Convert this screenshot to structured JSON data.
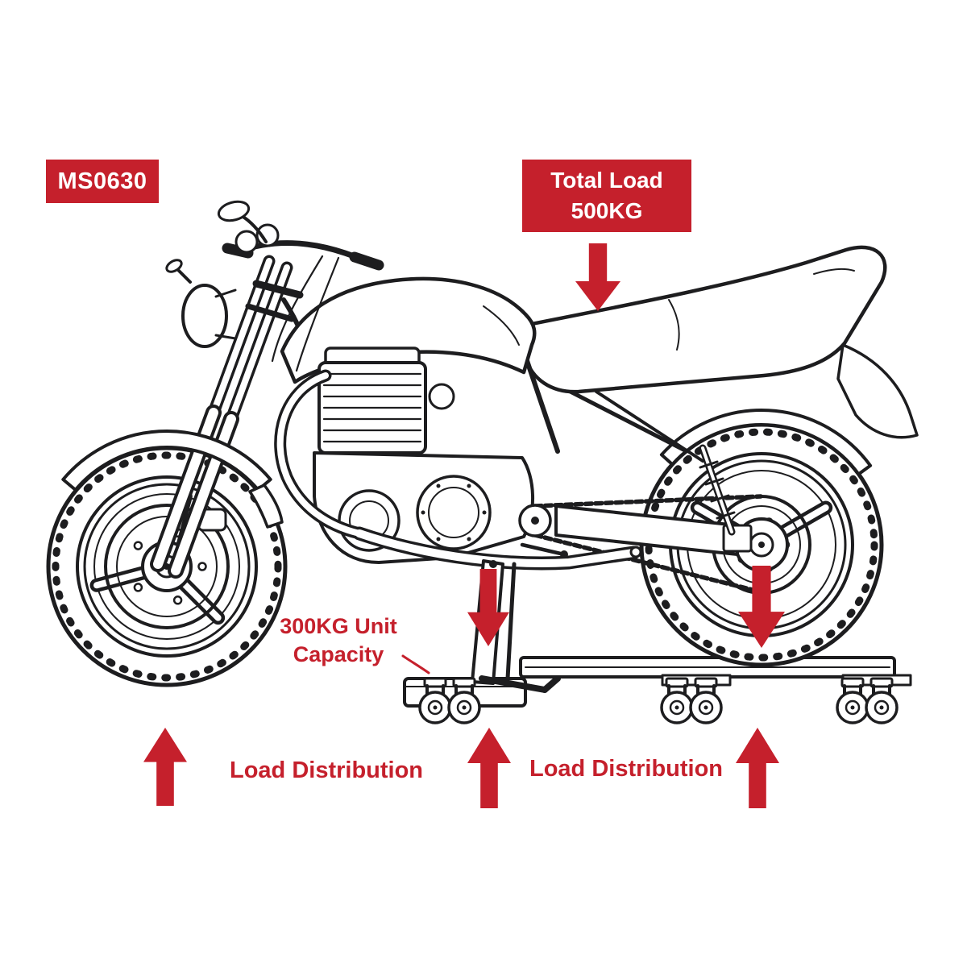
{
  "colors": {
    "accent_red": "#c5202c",
    "line": "#1d1d1f",
    "background": "#ffffff",
    "text_on_red": "#ffffff"
  },
  "badge": {
    "model_code": "MS0630"
  },
  "total_load": {
    "line1": "Total Load",
    "line2": "500KG"
  },
  "unit_capacity": {
    "line1": "300KG Unit",
    "line2": "Capacity"
  },
  "load_distribution": {
    "left": "Load Distribution",
    "right": "Load Distribution"
  }
}
